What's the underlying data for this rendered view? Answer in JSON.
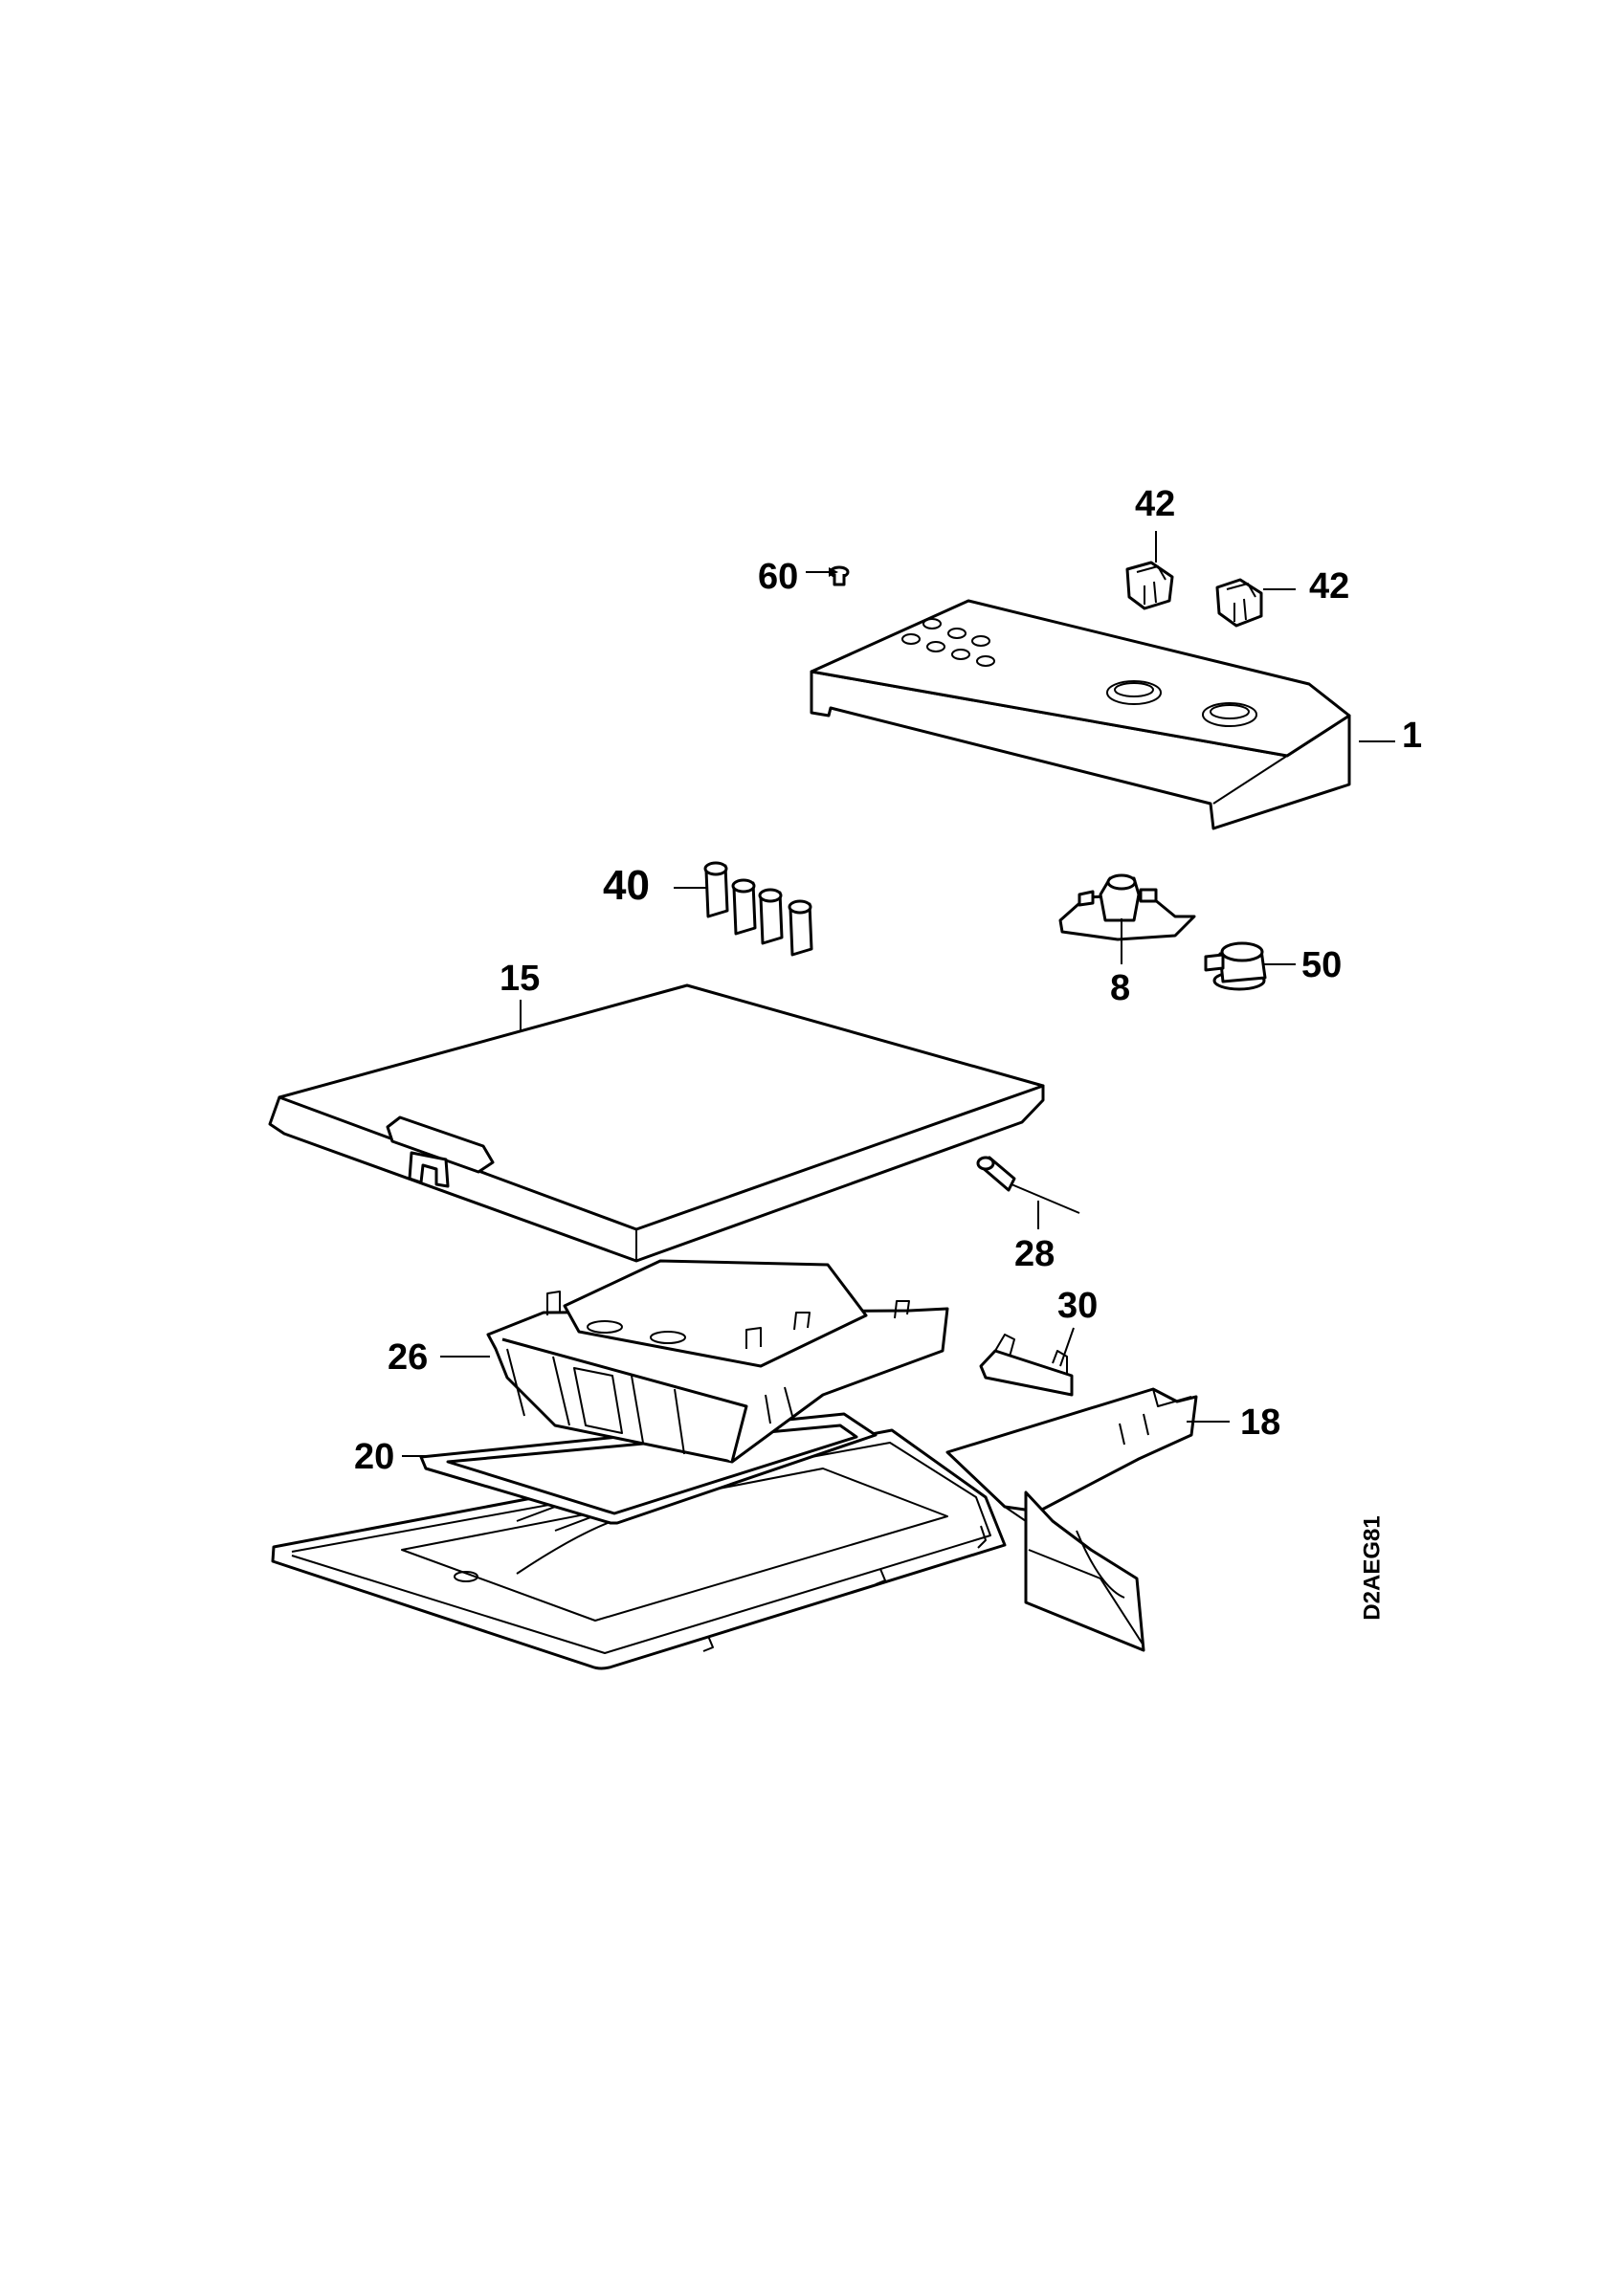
{
  "diagram": {
    "drawing_code": "D2AEG81",
    "callouts": [
      {
        "id": "c42a",
        "text": "42"
      },
      {
        "id": "c42b",
        "text": "42"
      },
      {
        "id": "c60",
        "text": "60"
      },
      {
        "id": "c1",
        "text": "1"
      },
      {
        "id": "c40",
        "text": "40"
      },
      {
        "id": "c15",
        "text": "15"
      },
      {
        "id": "c8",
        "text": "8"
      },
      {
        "id": "c50",
        "text": "50"
      },
      {
        "id": "c28",
        "text": "28"
      },
      {
        "id": "c30",
        "text": "30"
      },
      {
        "id": "c26",
        "text": "26"
      },
      {
        "id": "c18",
        "text": "18"
      },
      {
        "id": "c20",
        "text": "20"
      }
    ]
  }
}
